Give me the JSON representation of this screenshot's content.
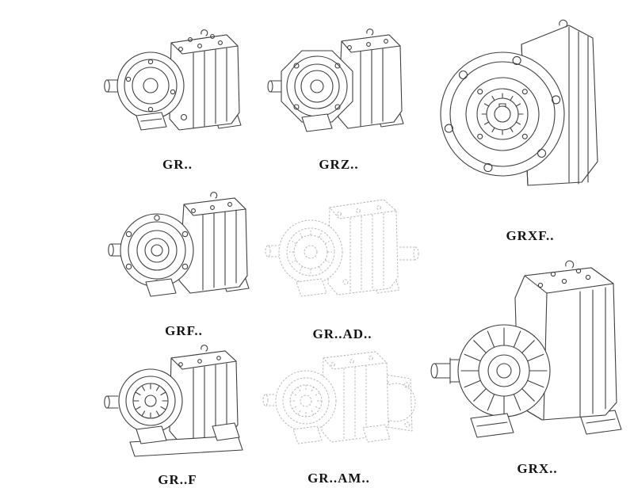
{
  "page": {
    "background": "#ffffff",
    "line_color": "#3f3f3f",
    "phantom_line_color": "#b8b8b8",
    "label_color": "#141414"
  },
  "figures": [
    {
      "id": "gr",
      "label": "GR.."
    },
    {
      "id": "grz",
      "label": "GRZ.."
    },
    {
      "id": "grxf",
      "label": "GRXF.."
    },
    {
      "id": "grf",
      "label": "GRF.."
    },
    {
      "id": "gr-ad",
      "label": "GR..AD.."
    },
    {
      "id": "grx",
      "label": "GRX.."
    },
    {
      "id": "gr-f",
      "label": "GR..F"
    },
    {
      "id": "gr-am",
      "label": "GR..AM.."
    }
  ]
}
